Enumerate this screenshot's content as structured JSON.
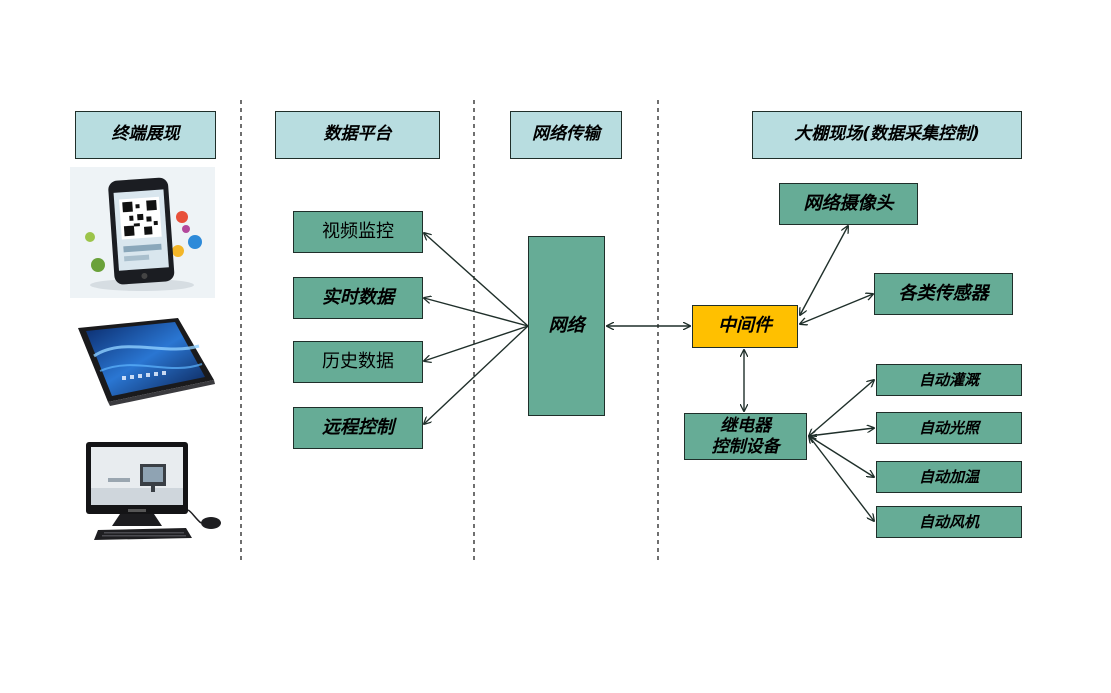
{
  "headers": {
    "terminal": "终端展现",
    "platform": "数据平台",
    "network": "网络传输",
    "greenhouse": "大棚现场(数据采集控制)"
  },
  "platform_items": [
    "视频监控",
    "实时数据",
    "历史数据",
    "远程控制"
  ],
  "network_node": "网络",
  "middleware": "中间件",
  "field_devices": {
    "camera": "网络摄像头",
    "sensors": "各类传感器"
  },
  "relay": {
    "line1": "继电器",
    "line2": "控制设备"
  },
  "actuators": [
    "自动灌溉",
    "自动光照",
    "自动加温",
    "自动风机"
  ],
  "terminal_devices": [
    "smartphone-image",
    "tablet-image",
    "desktop-computer-image"
  ],
  "colors": {
    "header_fill": "#b8dde0",
    "box_fill": "#66ac96",
    "middleware_fill": "#ffc000",
    "stroke": "#1f2f2a"
  }
}
